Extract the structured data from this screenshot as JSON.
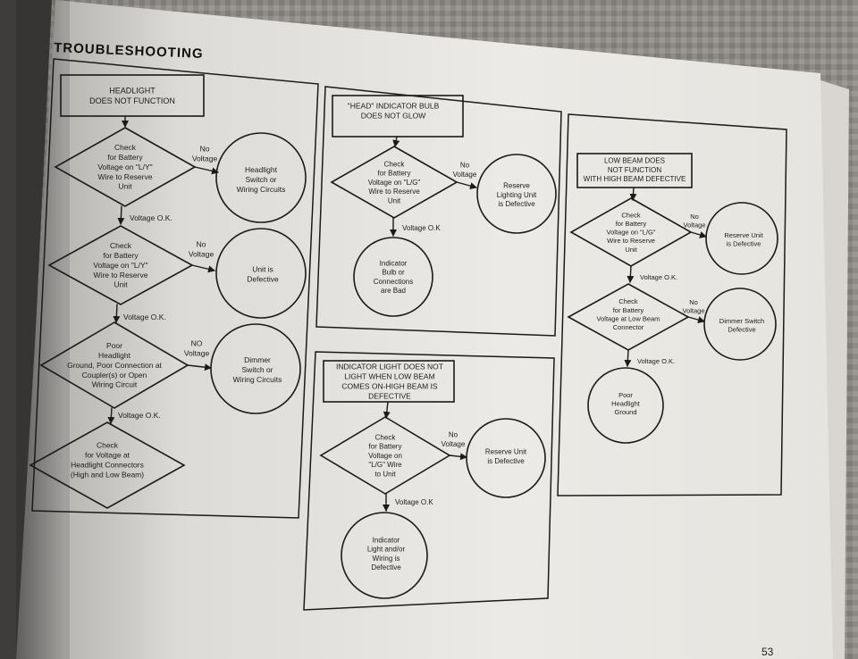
{
  "page": {
    "title": "TROUBLESHOOTING",
    "page_number": "53"
  },
  "chart1": {
    "start": [
      "HEADLIGHT",
      "DOES NOT FUNCTION"
    ],
    "d1": [
      "Check",
      "for Battery",
      "Voltage on \"L/Y\"",
      "Wire to Reserve",
      "Unit"
    ],
    "d1_no": [
      "No",
      "Voltage"
    ],
    "c1": [
      "Headlight",
      "Switch or",
      "Wiring Circuits"
    ],
    "d1_yes": "Voltage O.K.",
    "d2": [
      "Check",
      "for Battery",
      "Voltage on \"L/Y\"",
      "Wire to Reserve",
      "Unit"
    ],
    "d2_no": [
      "No",
      "Voltage"
    ],
    "c2": [
      "Unit is",
      "Defective"
    ],
    "d2_yes": "Voltage O.K.",
    "d3": [
      "Poor",
      "Headlight",
      "Ground, Poor Connection at",
      "Coupler(s) or Open",
      "Wiring Circuit"
    ],
    "d3_no": [
      "NO",
      "Voltage"
    ],
    "c3": [
      "Dimmer",
      "Switch or",
      "Wiring Circuits"
    ],
    "d3_yes": "Voltage O.K.",
    "end": [
      "Check",
      "for Voltage at",
      "Headlight Connectors",
      "(High and Low Beam)"
    ]
  },
  "chart2": {
    "start": [
      "\"HEAD\" INDICATOR BULB",
      "DOES NOT GLOW"
    ],
    "d1": [
      "Check",
      "for Battery",
      "Voltage on \"L/G\"",
      "Wire to Reserve",
      "Unit"
    ],
    "d1_no": [
      "No",
      "Voltage"
    ],
    "c1": [
      "Reserve",
      "Lighting Unit",
      "is Defective"
    ],
    "d1_yes": "Voltage O.K",
    "c2": [
      "Indicator",
      "Bulb or",
      "Connections",
      "are Bad"
    ]
  },
  "chart3": {
    "start": [
      "INDICATOR LIGHT DOES NOT",
      "LIGHT WHEN LOW BEAM",
      "COMES ON-HIGH BEAM IS",
      "DEFECTIVE"
    ],
    "d1": [
      "Check",
      "for Battery",
      "Voltage on",
      "\"L/G\" Wire",
      "to Unit"
    ],
    "d1_no": [
      "No",
      "Voltage"
    ],
    "c1": [
      "Reserve Unit",
      "is Defective"
    ],
    "d1_yes": "Voltage O.K",
    "c2": [
      "Indicator",
      "Light and/or",
      "Wiring is",
      "Defective"
    ]
  },
  "chart4": {
    "start": [
      "LOW BEAM DOES",
      "NOT FUNCTION",
      "WITH HIGH BEAM DEFECTIVE"
    ],
    "d1": [
      "Check",
      "for Battery",
      "Voltage on \"L/G\"",
      "Wire to Reserve",
      "Unit"
    ],
    "d1_no": [
      "No",
      "Voltage"
    ],
    "c1": [
      "Reserve Unit",
      "is Defective"
    ],
    "d1_yes": "Voltage O.K.",
    "d2": [
      "Check",
      "for Battery",
      "Voltage at Low Beam",
      "Connector"
    ],
    "d2_no": [
      "No",
      "Voltage"
    ],
    "c2": [
      "Dimmer Switch",
      "Defective"
    ],
    "d2_yes": "Voltage O.K.",
    "c3": [
      "Poor",
      "Headlight",
      "Ground"
    ]
  }
}
